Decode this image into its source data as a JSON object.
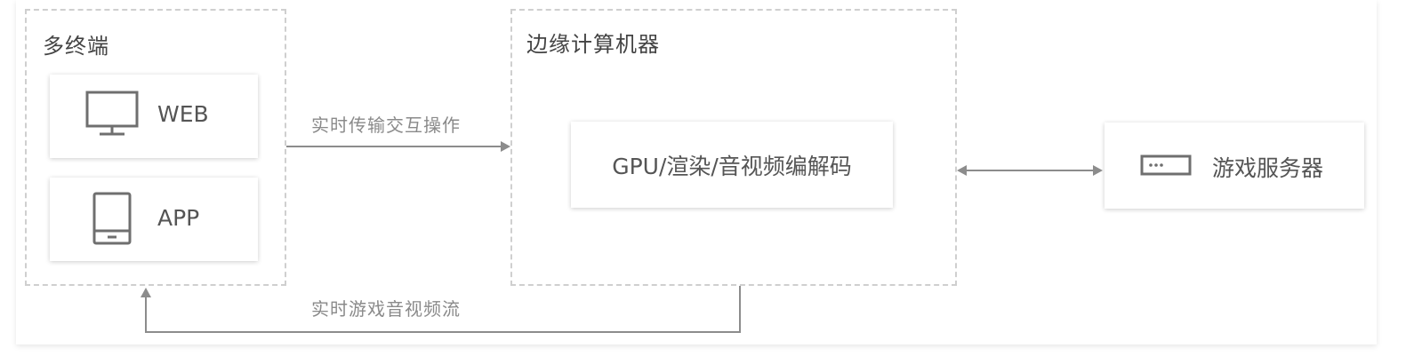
{
  "terminals": {
    "title": "多终端",
    "items": [
      {
        "label": "WEB",
        "icon": "monitor-icon"
      },
      {
        "label": "APP",
        "icon": "tablet-icon"
      }
    ]
  },
  "edge_machine": {
    "title": "边缘计算机器",
    "core_label": "GPU/渲染/音视频编解码"
  },
  "game_server": {
    "label": "游戏服务器",
    "icon": "server-icon"
  },
  "edges": {
    "input_label": "实时传输交互操作",
    "stream_label": "实时游戏音视频流"
  },
  "colors": {
    "dashed_border": "#cfcfcf",
    "arrow": "#8c8c8c",
    "text": "#555555"
  }
}
